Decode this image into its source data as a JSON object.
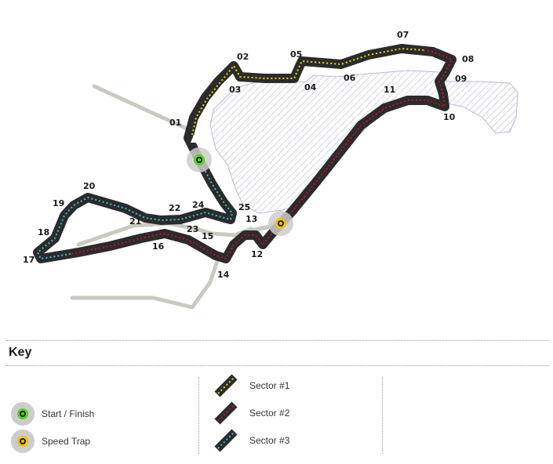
{
  "map": {
    "turns": [
      "01",
      "02",
      "03",
      "04",
      "05",
      "06",
      "07",
      "08",
      "09",
      "10",
      "11",
      "12",
      "13",
      "14",
      "15",
      "16",
      "17",
      "18",
      "19",
      "20",
      "21",
      "22",
      "23",
      "24",
      "25"
    ],
    "colors": {
      "track": "#2b2b2b",
      "sector1": "#e8e000",
      "sector2": "#c8102e",
      "sector3": "#3cc0d0",
      "start_finish": "#56d11c",
      "speed_trap": "#f3c200",
      "water_hatch": "#b8b8d8",
      "roads": "#c9c9c0"
    }
  },
  "key": {
    "title": "Key",
    "items": [
      {
        "label": "Start / Finish",
        "icon": "start-finish-icon"
      },
      {
        "label": "Speed Trap",
        "icon": "speed-trap-icon"
      },
      {
        "label": "Sector #1",
        "icon": "sector-1-swatch-icon"
      },
      {
        "label": "Sector #2",
        "icon": "sector-2-swatch-icon"
      },
      {
        "label": "Sector #3",
        "icon": "sector-3-swatch-icon"
      }
    ]
  }
}
